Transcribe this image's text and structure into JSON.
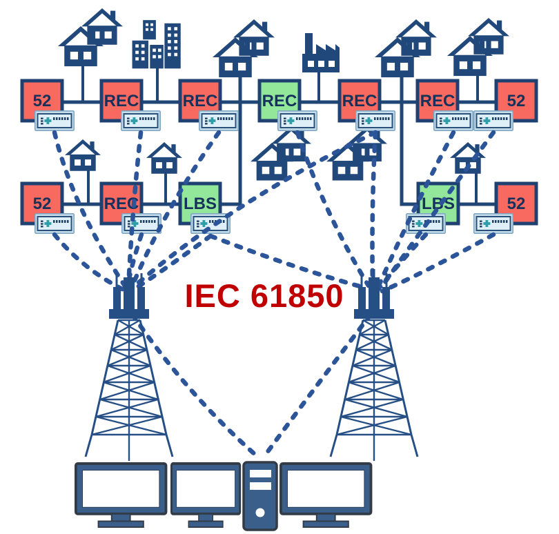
{
  "title": {
    "text": "IEC 61850",
    "color": "#C00000"
  },
  "colors": {
    "navy_icon": "#21487A",
    "bus_line": "#1F4674",
    "dashed_link": "#2B5499",
    "red_box": "#F8695F",
    "green_box": "#92E79A",
    "box_border": "#1F4172",
    "box_text": "#16315B",
    "device_fill": "#C7DEED",
    "device_panel": "#DFEFF7",
    "device_accent_teal": "#2F9EA8",
    "monitor_fill": "#3A5F8B",
    "title_red": "#C00000"
  },
  "feeder_top": {
    "boxes": [
      {
        "label": "52",
        "variant": "red"
      },
      {
        "label": "REC",
        "variant": "red"
      },
      {
        "label": "REC",
        "variant": "red"
      },
      {
        "label": "REC",
        "variant": "green"
      },
      {
        "label": "REC",
        "variant": "red"
      },
      {
        "label": "REC",
        "variant": "red"
      },
      {
        "label": "52",
        "variant": "red"
      }
    ]
  },
  "feeder_left": {
    "boxes": [
      {
        "label": "52",
        "variant": "red"
      },
      {
        "label": "REC",
        "variant": "red"
      },
      {
        "label": "LBS",
        "variant": "green"
      }
    ]
  },
  "feeder_right": {
    "boxes": [
      {
        "label": "LBS",
        "variant": "green"
      },
      {
        "label": "52",
        "variant": "red"
      }
    ]
  },
  "icons": {
    "house": "house-icon",
    "city": "city-buildings-icon",
    "factory": "factory-icon",
    "relay": "protection-relay-icon",
    "tower": "radio-tower-icon",
    "monitor": "monitor-icon",
    "pc": "desktop-pc-icon"
  }
}
